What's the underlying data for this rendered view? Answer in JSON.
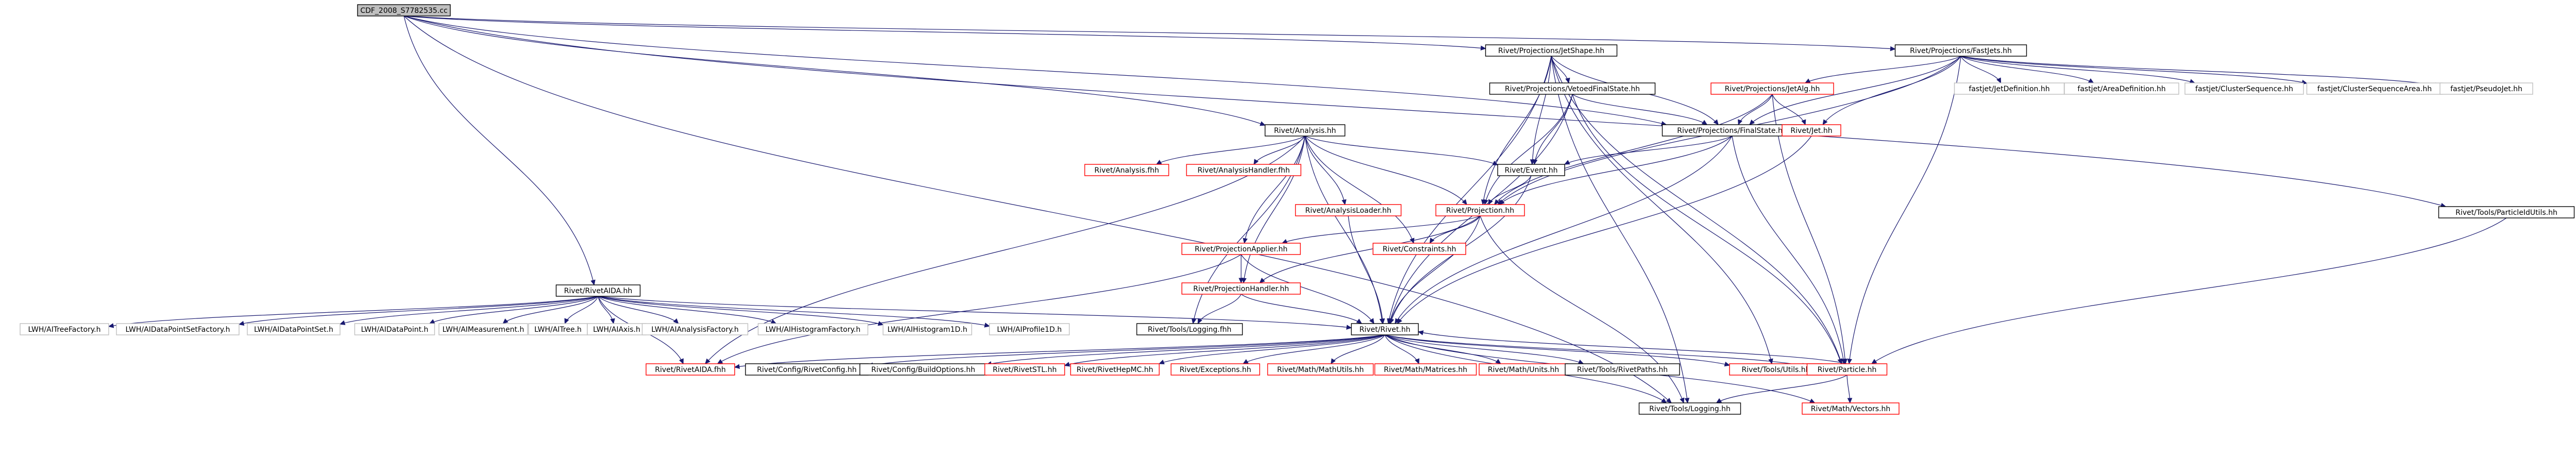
{
  "graph": {
    "nodes": [
      {
        "id": "root",
        "label": "CDF_2008_S7782535.cc",
        "style": "root"
      },
      {
        "id": "jetshape",
        "label": "Rivet/Projections/JetShape.hh",
        "style": "black"
      },
      {
        "id": "fastjets",
        "label": "Rivet/Projections/FastJets.hh",
        "style": "black"
      },
      {
        "id": "vfs",
        "label": "Rivet/Projections/VetoedFinalState.hh",
        "style": "black"
      },
      {
        "id": "jetalg",
        "label": "Rivet/Projections/JetAlg.hh",
        "style": "red"
      },
      {
        "id": "fjdef",
        "label": "fastjet/JetDefinition.hh",
        "style": "grey"
      },
      {
        "id": "fjarea",
        "label": "fastjet/AreaDefinition.hh",
        "style": "grey"
      },
      {
        "id": "fjclus",
        "label": "fastjet/ClusterSequence.hh",
        "style": "grey"
      },
      {
        "id": "fjclusarea",
        "label": "fastjet/ClusterSequenceArea.hh",
        "style": "grey"
      },
      {
        "id": "fjpseudo",
        "label": "fastjet/PseudoJet.hh",
        "style": "grey"
      },
      {
        "id": "analysis",
        "label": "Rivet/Analysis.hh",
        "style": "black"
      },
      {
        "id": "finalstate",
        "label": "Rivet/Projections/FinalState.hh",
        "style": "black"
      },
      {
        "id": "jet",
        "label": "Rivet/Jet.hh",
        "style": "red"
      },
      {
        "id": "analysisfhh",
        "label": "Rivet/Analysis.fhh",
        "style": "red"
      },
      {
        "id": "ahandler",
        "label": "Rivet/AnalysisHandler.fhh",
        "style": "red"
      },
      {
        "id": "event",
        "label": "Rivet/Event.hh",
        "style": "black"
      },
      {
        "id": "aloader",
        "label": "Rivet/AnalysisLoader.hh",
        "style": "red"
      },
      {
        "id": "projection",
        "label": "Rivet/Projection.hh",
        "style": "red"
      },
      {
        "id": "putils",
        "label": "Rivet/Tools/ParticleIdUtils.hh",
        "style": "black"
      },
      {
        "id": "papplier",
        "label": "Rivet/ProjectionApplier.hh",
        "style": "red"
      },
      {
        "id": "constraints",
        "label": "Rivet/Constraints.hh",
        "style": "red"
      },
      {
        "id": "rivetaida",
        "label": "Rivet/RivetAIDA.hh",
        "style": "black"
      },
      {
        "id": "phandler",
        "label": "Rivet/ProjectionHandler.hh",
        "style": "red"
      },
      {
        "id": "itreef",
        "label": "LWH/AITreeFactory.h",
        "style": "grey"
      },
      {
        "id": "idpsf",
        "label": "LWH/AIDataPointSetFactory.h",
        "style": "grey"
      },
      {
        "id": "idps",
        "label": "LWH/AIDataPointSet.h",
        "style": "grey"
      },
      {
        "id": "idp",
        "label": "LWH/AIDataPoint.h",
        "style": "grey"
      },
      {
        "id": "imeas",
        "label": "LWH/AIMeasurement.h",
        "style": "grey"
      },
      {
        "id": "itree",
        "label": "LWH/AITree.h",
        "style": "grey"
      },
      {
        "id": "iaxis",
        "label": "LWH/AIAxis.h",
        "style": "grey"
      },
      {
        "id": "iaf",
        "label": "LWH/AIAnalysisFactory.h",
        "style": "grey"
      },
      {
        "id": "ihf",
        "label": "LWH/AIHistogramFactory.h",
        "style": "grey"
      },
      {
        "id": "ih1d",
        "label": "LWH/AIHistogram1D.h",
        "style": "grey"
      },
      {
        "id": "ip1d",
        "label": "LWH/AIProfile1D.h",
        "style": "grey"
      },
      {
        "id": "loggingfhh",
        "label": "Rivet/Tools/Logging.fhh",
        "style": "black"
      },
      {
        "id": "rivethh",
        "label": "Rivet/Rivet.hh",
        "style": "black"
      },
      {
        "id": "rivetaidafhh",
        "label": "Rivet/RivetAIDA.fhh",
        "style": "red"
      },
      {
        "id": "rconfig",
        "label": "Rivet/Config/RivetConfig.hh",
        "style": "black"
      },
      {
        "id": "buildopts",
        "label": "Rivet/Config/BuildOptions.hh",
        "style": "black"
      },
      {
        "id": "stl",
        "label": "Rivet/RivetSTL.hh",
        "style": "red"
      },
      {
        "id": "hepmc",
        "label": "Rivet/RivetHepMC.hh",
        "style": "red"
      },
      {
        "id": "exceptions",
        "label": "Rivet/Exceptions.hh",
        "style": "red"
      },
      {
        "id": "mathutils",
        "label": "Rivet/Math/MathUtils.hh",
        "style": "red"
      },
      {
        "id": "matrices",
        "label": "Rivet/Math/Matrices.hh",
        "style": "red"
      },
      {
        "id": "units",
        "label": "Rivet/Math/Units.hh",
        "style": "red"
      },
      {
        "id": "rpaths",
        "label": "Rivet/Tools/RivetPaths.hh",
        "style": "black"
      },
      {
        "id": "tutils",
        "label": "Rivet/Tools/Utils.hh",
        "style": "red"
      },
      {
        "id": "particle",
        "label": "Rivet/Particle.hh",
        "style": "red"
      },
      {
        "id": "logginghh",
        "label": "Rivet/Tools/Logging.hh",
        "style": "black"
      },
      {
        "id": "vectors",
        "label": "Rivet/Math/Vectors.hh",
        "style": "red"
      }
    ],
    "edges": [
      [
        "root",
        "jetshape"
      ],
      [
        "root",
        "fastjets"
      ],
      [
        "root",
        "analysis"
      ],
      [
        "root",
        "rivetaida"
      ],
      [
        "root",
        "finalstate"
      ],
      [
        "root",
        "logginghh"
      ],
      [
        "root",
        "putils"
      ],
      [
        "jetshape",
        "vfs"
      ],
      [
        "jetshape",
        "finalstate"
      ],
      [
        "jetshape",
        "projection"
      ],
      [
        "jetshape",
        "event"
      ],
      [
        "jetshape",
        "rivethh"
      ],
      [
        "jetshape",
        "particle"
      ],
      [
        "jetshape",
        "tutils"
      ],
      [
        "jetshape",
        "logginghh"
      ],
      [
        "fastjets",
        "jetalg"
      ],
      [
        "fastjets",
        "fjdef"
      ],
      [
        "fastjets",
        "fjarea"
      ],
      [
        "fastjets",
        "fjclus"
      ],
      [
        "fastjets",
        "fjclusarea"
      ],
      [
        "fastjets",
        "fjpseudo"
      ],
      [
        "fastjets",
        "jet"
      ],
      [
        "fastjets",
        "finalstate"
      ],
      [
        "fastjets",
        "projection"
      ],
      [
        "fastjets",
        "particle"
      ],
      [
        "vfs",
        "finalstate"
      ],
      [
        "vfs",
        "projection"
      ],
      [
        "vfs",
        "event"
      ],
      [
        "vfs",
        "rivethh"
      ],
      [
        "vfs",
        "particle"
      ],
      [
        "jetalg",
        "finalstate"
      ],
      [
        "jetalg",
        "jet"
      ],
      [
        "jetalg",
        "projection"
      ],
      [
        "jetalg",
        "particle"
      ],
      [
        "analysis",
        "analysisfhh"
      ],
      [
        "analysis",
        "ahandler"
      ],
      [
        "analysis",
        "aloader"
      ],
      [
        "analysis",
        "event"
      ],
      [
        "analysis",
        "projection"
      ],
      [
        "analysis",
        "papplier"
      ],
      [
        "analysis",
        "constraints"
      ],
      [
        "analysis",
        "rivethh"
      ],
      [
        "analysis",
        "rivetaidafhh"
      ],
      [
        "analysis",
        "loggingfhh"
      ],
      [
        "analysis",
        "phandler"
      ],
      [
        "finalstate",
        "projection"
      ],
      [
        "finalstate",
        "event"
      ],
      [
        "finalstate",
        "particle"
      ],
      [
        "finalstate",
        "rivethh"
      ],
      [
        "jet",
        "rivethh"
      ],
      [
        "event",
        "projection"
      ],
      [
        "event",
        "rivethh"
      ],
      [
        "aloader",
        "rivethh"
      ],
      [
        "projection",
        "papplier"
      ],
      [
        "projection",
        "constraints"
      ],
      [
        "projection",
        "phandler"
      ],
      [
        "projection",
        "rivethh"
      ],
      [
        "projection",
        "logginghh"
      ],
      [
        "putils",
        "particle"
      ],
      [
        "papplier",
        "phandler"
      ],
      [
        "papplier",
        "rivethh"
      ],
      [
        "papplier",
        "rivetaidafhh"
      ],
      [
        "phandler",
        "rivethh"
      ],
      [
        "phandler",
        "loggingfhh"
      ],
      [
        "rivetaida",
        "itreef"
      ],
      [
        "rivetaida",
        "idpsf"
      ],
      [
        "rivetaida",
        "idps"
      ],
      [
        "rivetaida",
        "idp"
      ],
      [
        "rivetaida",
        "imeas"
      ],
      [
        "rivetaida",
        "itree"
      ],
      [
        "rivetaida",
        "iaxis"
      ],
      [
        "rivetaida",
        "iaf"
      ],
      [
        "rivetaida",
        "ihf"
      ],
      [
        "rivetaida",
        "ih1d"
      ],
      [
        "rivetaida",
        "ip1d"
      ],
      [
        "rivetaida",
        "rivetaidafhh"
      ],
      [
        "rivetaida",
        "rivethh"
      ],
      [
        "rivethh",
        "rivetaidafhh"
      ],
      [
        "rivethh",
        "rconfig"
      ],
      [
        "rivethh",
        "buildopts"
      ],
      [
        "rivethh",
        "stl"
      ],
      [
        "rivethh",
        "hepmc"
      ],
      [
        "rivethh",
        "exceptions"
      ],
      [
        "rivethh",
        "mathutils"
      ],
      [
        "rivethh",
        "matrices"
      ],
      [
        "rivethh",
        "units"
      ],
      [
        "rivethh",
        "rpaths"
      ],
      [
        "rivethh",
        "tutils"
      ],
      [
        "rivethh",
        "particle"
      ],
      [
        "rivethh",
        "logginghh"
      ],
      [
        "rivethh",
        "vectors"
      ],
      [
        "particle",
        "logginghh"
      ],
      [
        "particle",
        "vectors"
      ],
      [
        "particle",
        "rivethh"
      ]
    ]
  }
}
